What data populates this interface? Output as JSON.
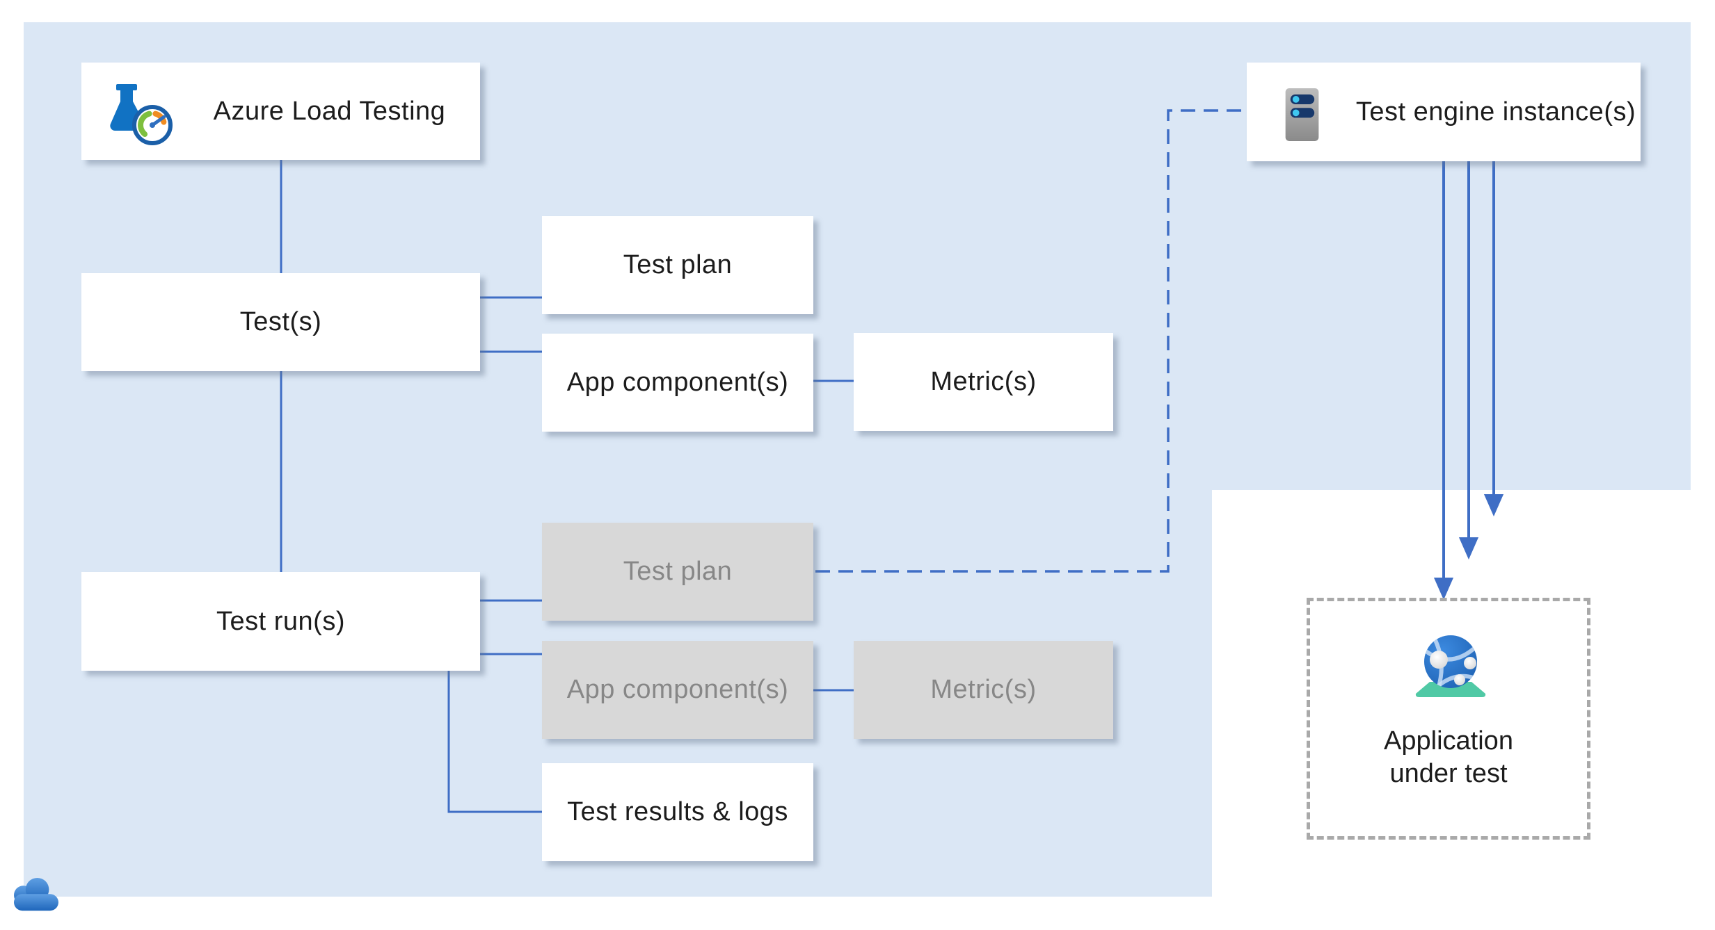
{
  "nodes": {
    "azure_load_testing": {
      "label": "Azure Load Testing"
    },
    "tests": {
      "label": "Test(s)"
    },
    "test_plan": {
      "label": "Test plan"
    },
    "app_components": {
      "label": "App component(s)"
    },
    "metrics": {
      "label": "Metric(s)"
    },
    "test_runs": {
      "label": "Test run(s)"
    },
    "test_plan_run": {
      "label": "Test plan"
    },
    "app_components_run": {
      "label": "App component(s)"
    },
    "metrics_run": {
      "label": "Metric(s)"
    },
    "test_results": {
      "label": "Test results & logs"
    },
    "test_engine": {
      "label": "Test engine instance(s)"
    },
    "application_under_test": {
      "line1": "Application",
      "line2": "under test"
    }
  },
  "icons": {
    "azure_load_testing": "flask-gauge-icon",
    "test_engine": "server-icon",
    "application_under_test": "app-service-globe-icon",
    "corner": "cloud-icon"
  },
  "colors": {
    "panel_background": "#dbe7f5",
    "connector_blue": "#3f6ec5",
    "box_white": "#ffffff",
    "box_gray": "#d8d8d8",
    "gray_text": "#878787",
    "dark_text": "#1c1c1c",
    "dashed_border_gray": "#a9a9a9",
    "flask_blue": "#1172c3",
    "gauge_green": "#7dbf3e",
    "gauge_orange": "#ef8c22",
    "server_navy": "#17386b",
    "server_cyan": "#40c8f0",
    "stand_teal": "#50c9a5",
    "globe_blue": "#2b79d4",
    "cloud_blue": "#2b71c4"
  }
}
